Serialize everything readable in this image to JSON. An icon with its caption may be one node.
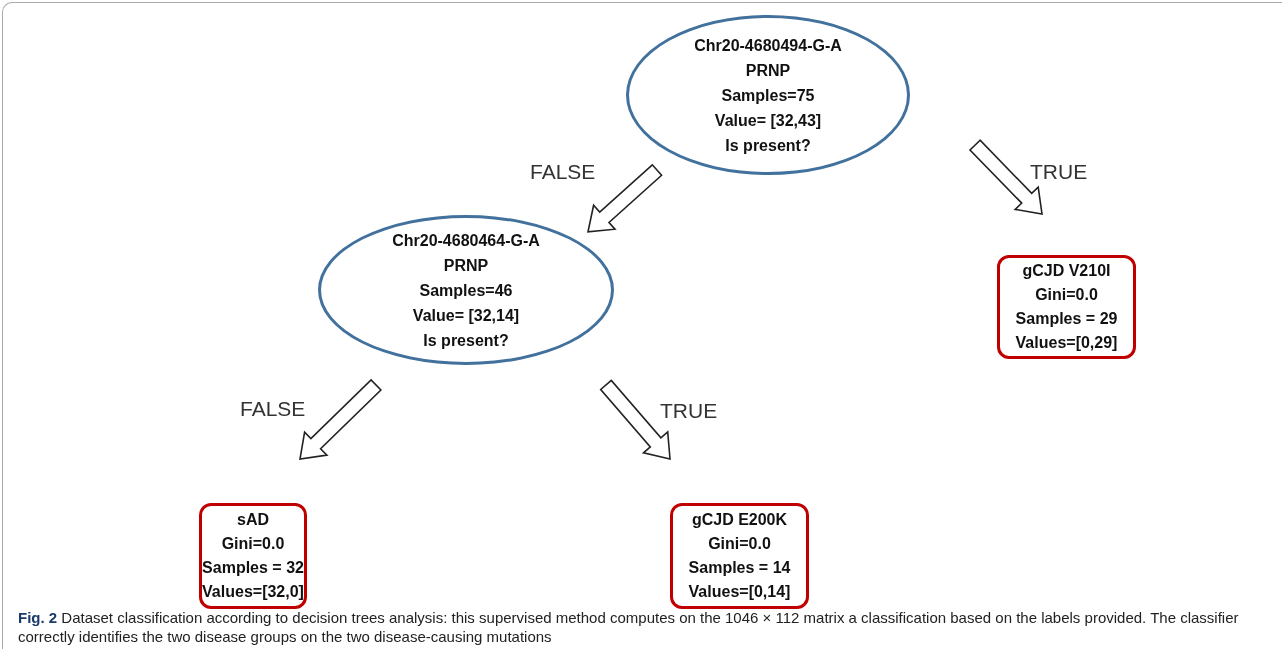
{
  "diagram": {
    "caption": "**Fig. 2** Dataset classification according to decision trees analysis: this supervised method computes on the 1046 × 112 matrix a classification based on the labels provided. The classifier correctly identifies the two disease groups on the two disease-causing mutations",
    "nodes": [
      {
        "text": [
          "Chr20-4680494-G-A",
          "PRNP",
          "Samples=75",
          "Value= [32,43]",
          "Is present?"
        ]
      },
      {
        "text": [
          "Chr20-4680464-G-A",
          "PRNP",
          "Samples=46",
          "Value= [32,14]",
          "Is present?"
        ]
      },
      {
        "text": [
          "gCJD V210I",
          "Gini=0.0",
          "Samples = 29",
          "Values=[0,29]"
        ]
      },
      {
        "text": [
          "sAD",
          "Gini=0.0",
          "Samples = 32",
          "Values=[32,0]"
        ]
      },
      {
        "text": [
          "gCJD E200K",
          "Gini=0.0",
          "Samples = 14",
          "Values=[0,14]"
        ]
      }
    ],
    "edges": [
      {
        "from": 0,
        "to": 1,
        "arrow": "to",
        "label": "FALSE"
      },
      {
        "from": 0,
        "to": 2,
        "arrow": "to",
        "label": "TRUE"
      },
      {
        "from": 1,
        "to": 3,
        "arrow": "to",
        "label": "FALSE"
      },
      {
        "from": 1,
        "to": 4,
        "arrow": "to",
        "label": "TRUE"
      }
    ]
  }
}
